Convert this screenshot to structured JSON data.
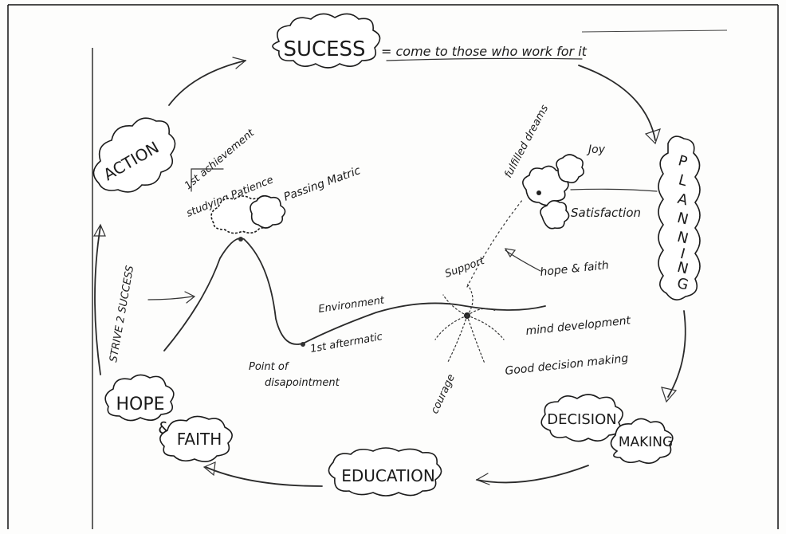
{
  "nodes": {
    "success": "SUCESS",
    "success_note": "= come to those who work for it",
    "planning": [
      "P",
      "L",
      "A",
      "N",
      "N",
      "I",
      "N",
      "G"
    ],
    "decision": "DECISION",
    "making": "MAKING",
    "education": "EDUCATION",
    "hope": "HOPE",
    "and_sign": "&",
    "faith": "FAITH",
    "action": "ACTION"
  },
  "side_note": "STRIVE 2 SUCCESS",
  "journey": {
    "first_achievement": "1st achievement",
    "studying_patience": "studying Patience",
    "passing_matric": "Passing Matric",
    "point_of_disappointment_1": "Point of",
    "point_of_disappointment_2": "disapointment",
    "after_matric": "1st aftermatic",
    "environment": "Environment"
  },
  "growth": {
    "support": "Support",
    "courage": "courage",
    "mind_development": "mind development",
    "good_decision_making": "Good decision making",
    "hope_faith": "hope & faith",
    "fulfilled_dreams": "fulfilled dreams",
    "joy": "Joy",
    "satisfaction": "Satisfaction"
  }
}
